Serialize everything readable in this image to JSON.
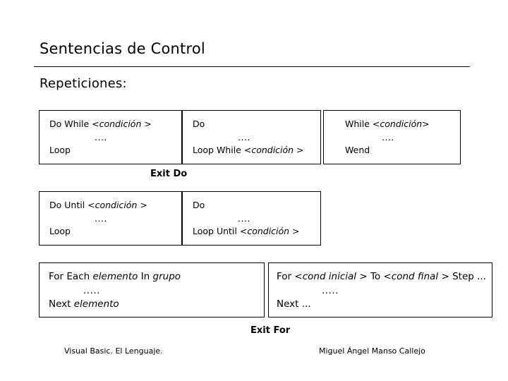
{
  "slide": {
    "title": "Sentencias de Control",
    "subtitle": "Repeticiones:"
  },
  "blocks": {
    "do_while_loop": {
      "line1_a": "Do While ",
      "line1_b": "<condición >",
      "dots": "....",
      "line3": "Loop"
    },
    "do_loop_while": {
      "line1": "Do",
      "dots": "....",
      "line3_a": "Loop While ",
      "line3_b": "<condición >"
    },
    "while_wend": {
      "line1_a": "While ",
      "line1_b": "<condición>",
      "dots": "....",
      "line3": "Wend"
    },
    "do_until_loop": {
      "line1_a": "Do Until ",
      "line1_b": "<condición >",
      "dots": "....",
      "line3": "Loop"
    },
    "do_loop_until": {
      "line1": "Do",
      "dots": "....",
      "line3_a": "Loop Until ",
      "line3_b": "<condición >"
    },
    "for_each_next": {
      "line1_a": "For Each ",
      "line1_b": "elemento",
      "line1_c": " In ",
      "line1_d": "grupo",
      "dots": ".....",
      "line3_a": "Next ",
      "line3_b": "elemento"
    },
    "for_to_step_next": {
      "line1_a": "For ",
      "line1_b": "<cond inicial >",
      "line1_c": " To ",
      "line1_d": "<cond final >",
      "line1_e": " Step ...",
      "dots": ".....",
      "line3": "Next ..."
    }
  },
  "captions": {
    "exit_do": "Exit Do",
    "exit_for": "Exit For"
  },
  "footer": {
    "left": "Visual Basic. El Lenguaje.",
    "right": "Miguel Ángel Manso Callejo"
  }
}
